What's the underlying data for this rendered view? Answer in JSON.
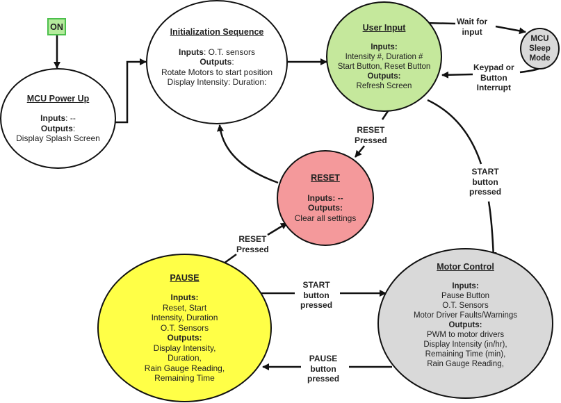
{
  "start": {
    "label": "ON",
    "fill": "#b5eb9c",
    "border": "#4cbf4c"
  },
  "nodes": {
    "power_up": {
      "title": "MCU Power Up",
      "inputs_label": "Inputs",
      "inputs_value": ": --",
      "outputs_label": "Outputs",
      "outputs_value": ":",
      "outputs": [
        "Display Splash Screen"
      ],
      "fill": "#ffffff"
    },
    "init": {
      "title": "Initialization Sequence",
      "inputs_label": "Inputs",
      "inputs_value": ": O.T. sensors",
      "outputs_label": "Outputs",
      "outputs_value": ":",
      "outputs": [
        "Rotate Motors to start position",
        "Display Intensity: Duration:"
      ],
      "fill": "#ffffff"
    },
    "user_input": {
      "title": "User Input",
      "inputs_label": "Inputs:",
      "inputs": [
        "Intensity #, Duration #",
        "Start Button, Reset Button"
      ],
      "outputs_label": "Outputs:",
      "outputs": [
        "Refresh Screen"
      ],
      "fill": "#c5e89c"
    },
    "sleep": {
      "lines": [
        "MCU",
        "Sleep",
        "Mode"
      ],
      "fill": "#d9d9d9"
    },
    "reset": {
      "title": "RESET",
      "inputs_label": "Inputs: --",
      "outputs_label": "Outputs:",
      "outputs": [
        "Clear all settings"
      ],
      "fill": "#f4999b"
    },
    "pause": {
      "title": "PAUSE",
      "inputs_label": "Inputs:",
      "inputs": [
        "Reset, Start",
        "Intensity, Duration",
        "O.T. Sensors"
      ],
      "outputs_label": "Outputs:",
      "outputs": [
        "Display Intensity,",
        "Duration,",
        "Rain Gauge Reading,",
        "Remaining Time"
      ],
      "fill": "#ffff47"
    },
    "motor": {
      "title": "Motor Control",
      "inputs_label": "Inputs:",
      "inputs": [
        "Pause Button",
        "O.T. Sensors",
        "Motor Driver Faults/Warnings"
      ],
      "outputs_label": "Outputs:",
      "outputs": [
        "PWM to motor drivers",
        "Display Intensity (in/hr),",
        "Remaining Time (min),",
        "Rain Gauge Reading,"
      ],
      "fill": "#d9d9d9"
    }
  },
  "edges": {
    "wait_for_input": [
      "Wait for",
      "input"
    ],
    "keypad_interrupt": [
      "Keypad or",
      "Button",
      "Interrupt"
    ],
    "reset_from_user": [
      "RESET",
      "Pressed"
    ],
    "start_from_user": [
      "START",
      "button",
      "pressed"
    ],
    "reset_from_pause": [
      "RESET",
      "Pressed"
    ],
    "start_from_pause": [
      "START",
      "button",
      "pressed"
    ],
    "pause_from_motor": [
      "PAUSE",
      "button",
      "pressed"
    ]
  }
}
